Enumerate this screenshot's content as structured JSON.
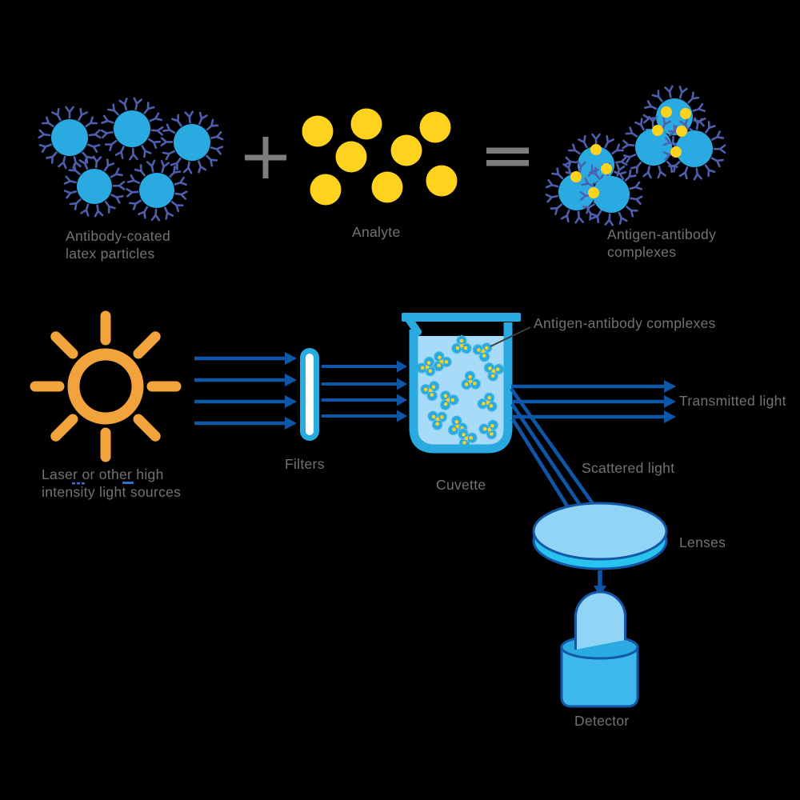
{
  "reaction_row": {
    "latex_label": "Antibody-coated\nlatex particles",
    "plus_sign": "+",
    "analyte_label": "Analyte",
    "equals_sign": "=",
    "complexes_label": "Antigen-antibody\ncomplexes"
  },
  "optics_row": {
    "light_source_label": "Laser or other high\nintensity light sources",
    "filters_label": "Filters",
    "cuvette_label": "Cuvette",
    "cuvette_annotation": "Antigen-antibody complexes",
    "transmitted_light_label": "Transmitted light",
    "scattered_light_label": "Scattered light",
    "lenses_label": "Lenses",
    "detector_label": "Detector"
  },
  "icons": {
    "light_source": "sun-icon",
    "filter": "filter-capsule-icon",
    "cuvette": "beaker-icon",
    "lens": "lens-disc-icon",
    "detector": "photodetector-icon",
    "reaction_plus": "plus-icon",
    "reaction_equals": "equals-icon",
    "latex_particle": "antibody-coated-particle-icon",
    "analyte": "analyte-dot-icon",
    "complex": "antigen-antibody-complex-icon"
  },
  "counts": {
    "latex_particles": 5,
    "analyte_circles": 8,
    "complex_clusters": 2,
    "source_beams": 4,
    "filtered_beams": 4,
    "transmitted_beams": 3,
    "scattered_beams": 3,
    "cuvette_complexes": 13
  },
  "colors": {
    "particle_blue": "#29ABE2",
    "antibody_indigo": "#4E5FAD",
    "analyte_yellow": "#FFD21E",
    "beam_navy": "#0E57A8",
    "sun_orange": "#F2A33C",
    "label_gray": "#717376",
    "operator_gray": "#7D7D7D",
    "liquid_blue": "#A8DBF7",
    "lens_fill": "#92D4F6",
    "cyan_rim": "#29C3F0",
    "detector_body": "#3EB8ED",
    "outline_navy": "#1358A6",
    "mini_fringe": "#7EC9F2",
    "underline_blue": "#2F6FD0",
    "leader_dark": "#3F3F3F",
    "filter_core": "#FFFFFF"
  }
}
